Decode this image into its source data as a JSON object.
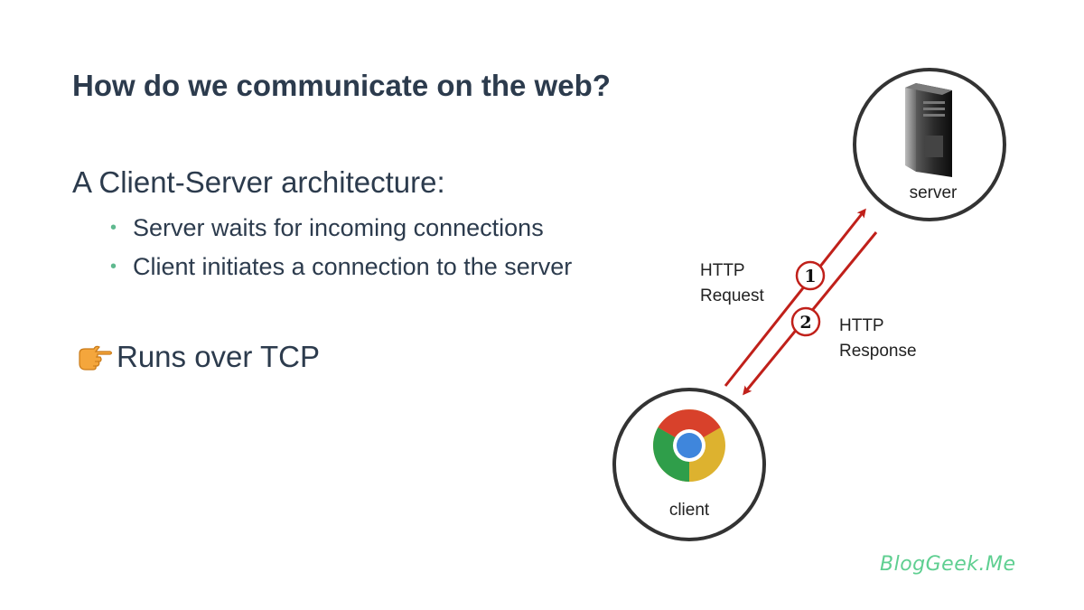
{
  "slide": {
    "title": "How do we communicate on the web?",
    "subtitle": "A Client-Server architecture:",
    "bullets": [
      "Server waits for incoming connections",
      "Client initiates a connection to the server"
    ],
    "tcp_note": "Runs over TCP",
    "tcp_icon": "pointing-hand-icon"
  },
  "diagram": {
    "server_label": "server",
    "server_icon": "server-tower-icon",
    "client_label": "client",
    "client_icon": "chrome-browser-icon",
    "request": {
      "step": "1",
      "line1": "HTTP",
      "line2": "Request"
    },
    "response": {
      "step": "2",
      "line1": "HTTP",
      "line2": "Response"
    },
    "arrow_color": "#c0201a"
  },
  "brand": "BlogGeek.Me",
  "colors": {
    "title": "#2c3b4d",
    "bullet": "#5fb98f",
    "brand": "#5fcf91",
    "arrow": "#c0201a"
  }
}
